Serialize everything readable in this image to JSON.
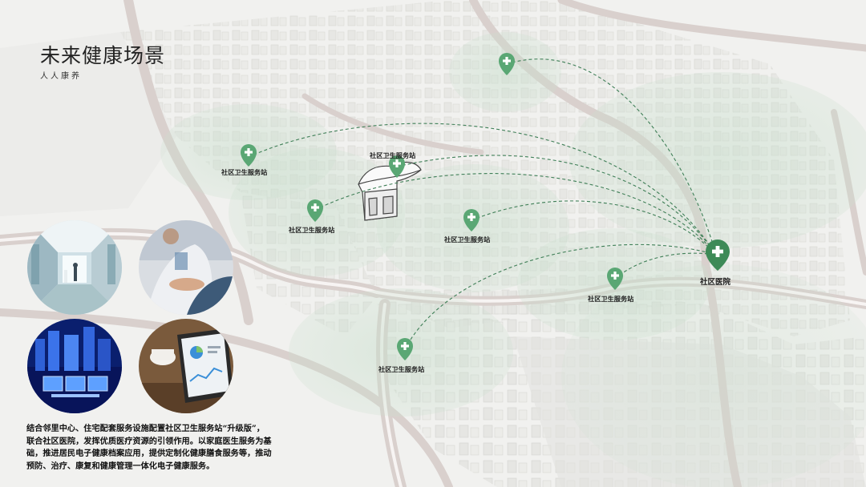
{
  "header": {
    "title": "未来健康场景",
    "subtitle": "人人康养"
  },
  "colors": {
    "accent_green": "#5aa774",
    "dark_green": "#3e8a57",
    "route_line": "#3f7f57",
    "zone_fill": "#cfe3d3"
  },
  "map": {
    "stations": [
      {
        "id": "s1",
        "label": "社区卫生服务站",
        "icon": "medical-cross-pin-icon"
      },
      {
        "id": "s2",
        "label": "社区卫生服务站",
        "icon": "medical-cross-pin-icon"
      },
      {
        "id": "s3",
        "label": "社区卫生服务站",
        "icon": "medical-cross-pin-icon"
      },
      {
        "id": "s4",
        "label": "社区卫生服务站",
        "icon": "medical-cross-pin-icon"
      },
      {
        "id": "s5",
        "label": "社区卫生服务站",
        "icon": "medical-cross-pin-icon"
      },
      {
        "id": "s6",
        "label": "社区卫生服务站",
        "icon": "medical-cross-pin-icon"
      },
      {
        "id": "s7",
        "label": "",
        "icon": "medical-cross-pin-icon"
      }
    ],
    "hospital": {
      "label": "社区医院",
      "icon": "hospital-cross-pin-icon"
    }
  },
  "photos": [
    {
      "name": "hospital-corridor-photo"
    },
    {
      "name": "doctor-patient-photo"
    },
    {
      "name": "digital-city-photo"
    },
    {
      "name": "tablet-health-data-photo"
    }
  ],
  "description": {
    "lines": [
      "结合邻里中心、住宅配套服务设施配置社区卫生服务站“升级版”，",
      "联合社区医院，发挥优质医疗资源的引领作用。以家庭医生服务为基",
      "础，推进居民电子健康档案应用，提供定制化健康膳食服务等，推动",
      "预防、治疗、康复和健康管理一体化电子健康服务。"
    ]
  }
}
